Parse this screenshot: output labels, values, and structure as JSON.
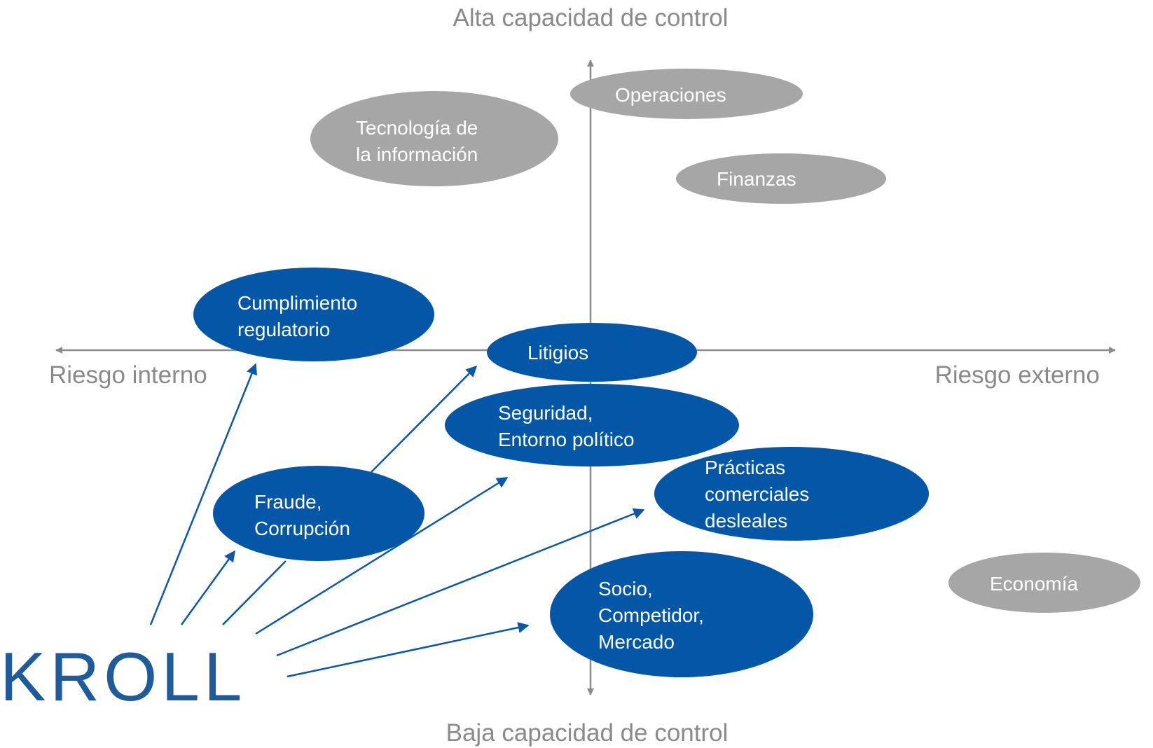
{
  "colors": {
    "gray_bubble": "#a6a6a6",
    "blue_bubble": "#0456a6",
    "axis": "#8a8a8a",
    "arrow": "#0a58a8",
    "logo": "#1f5a9b"
  },
  "axes": {
    "top": "Alta capacidad de control",
    "bottom": "Baja capacidad de control",
    "left": "Riesgo interno",
    "right": "Riesgo externo"
  },
  "logo": {
    "text": "KROLL"
  },
  "risks": {
    "operaciones": {
      "lines": [
        "Operaciones"
      ],
      "category": "gray"
    },
    "tecnologia": {
      "lines": [
        "Tecnología de",
        "la información"
      ],
      "category": "gray"
    },
    "finanzas": {
      "lines": [
        "Finanzas"
      ],
      "category": "gray"
    },
    "economia": {
      "lines": [
        "Economía"
      ],
      "category": "gray"
    },
    "cumplimiento": {
      "lines": [
        "Cumplimiento",
        "regulatorio"
      ],
      "category": "blue"
    },
    "litigios": {
      "lines": [
        "Litigios"
      ],
      "category": "blue"
    },
    "seguridad": {
      "lines": [
        "Seguridad,",
        "Entorno político"
      ],
      "category": "blue"
    },
    "practicas": {
      "lines": [
        "Prácticas",
        "comerciales",
        "desleales"
      ],
      "category": "blue"
    },
    "fraude": {
      "lines": [
        "Fraude,",
        "Corrupción"
      ],
      "category": "blue"
    },
    "socio": {
      "lines": [
        "Socio,",
        "Competidor,",
        "Mercado"
      ],
      "category": "blue"
    }
  }
}
